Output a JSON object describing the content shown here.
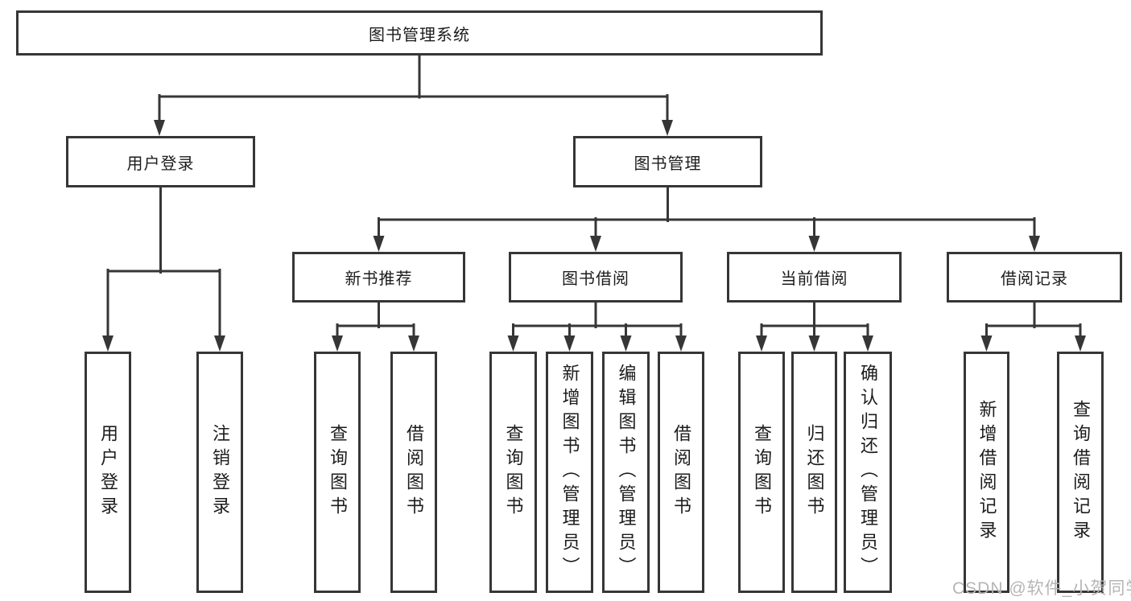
{
  "tree": {
    "label": "图书管理系统",
    "children": [
      {
        "label": "用户登录",
        "children": [
          {
            "label": "用户登录"
          },
          {
            "label": "注销登录"
          }
        ]
      },
      {
        "label": "图书管理",
        "children": [
          {
            "label": "新书推荐",
            "children": [
              {
                "label": "查询图书"
              },
              {
                "label": "借阅图书"
              }
            ]
          },
          {
            "label": "图书借阅",
            "children": [
              {
                "label": "查询图书"
              },
              {
                "label": "新增图书（管理员）"
              },
              {
                "label": "编辑图书（管理员）"
              },
              {
                "label": "借阅图书"
              }
            ]
          },
          {
            "label": "当前借阅",
            "children": [
              {
                "label": "查询图书"
              },
              {
                "label": "归还图书"
              },
              {
                "label": "确认归还（管理员）"
              }
            ]
          },
          {
            "label": "借阅记录",
            "children": [
              {
                "label": "新增借阅记录"
              },
              {
                "label": "查询借阅记录"
              }
            ]
          }
        ]
      }
    ]
  },
  "watermark": {
    "text": "CSDN @软件_小贺同学"
  },
  "colors": {
    "line": "#363636",
    "box_border": "#363636",
    "text": "#1c1c1c",
    "watermark": "#b5b5b5",
    "background": "#ffffff"
  }
}
